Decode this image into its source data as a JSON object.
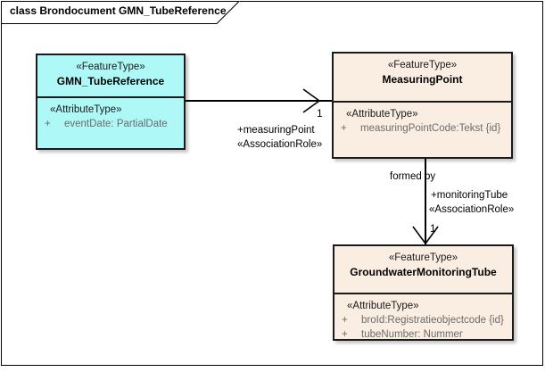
{
  "diagram": {
    "title": "class Brondocument GMN_TubeReference",
    "title_prefix": "class",
    "background_color": "#ffffff",
    "frame_border_color": "#000000"
  },
  "colors": {
    "feature_type_cyan": "#aff8f8",
    "feature_type_peach": "#faeee2",
    "border": "#1a1a1a",
    "attribute_text": "#6b6b6b",
    "label_text": "#000000"
  },
  "classes": [
    {
      "id": "gmn-tube-reference",
      "stereotype": "«FeatureType»",
      "name": "GMN_TubeReference",
      "fill": "#aff8f8",
      "attributes_stereotype": "«AttributeType»",
      "attributes": [
        {
          "visibility": "+",
          "text": "eventDate: PartialDate"
        }
      ]
    },
    {
      "id": "measuring-point",
      "stereotype": "«FeatureType»",
      "name": "MeasuringPoint",
      "fill": "#faeee2",
      "attributes_stereotype": "«AttributeType»",
      "attributes": [
        {
          "visibility": "+",
          "text": "measuringPointCode:Tekst {id}"
        }
      ]
    },
    {
      "id": "groundwater-monitoring-tube",
      "stereotype": "«FeatureType»",
      "name": "GroundwaterMonitoringTube",
      "fill": "#faeee2",
      "attributes_stereotype": "«AttributeType»",
      "attributes": [
        {
          "visibility": "+",
          "text": "broId:Registratieobjectcode {id}"
        },
        {
          "visibility": "+",
          "text": "tubeNumber: Nummer"
        }
      ]
    }
  ],
  "associations": [
    {
      "id": "tube-reference-to-measuring-point",
      "source": "gmn-tube-reference",
      "target": "measuring-point",
      "direction": "horizontal",
      "target_multiplicity": "1",
      "target_role": "+measuringPoint",
      "target_role_stereotype": "«AssociationRole»"
    },
    {
      "id": "measuring-point-to-monitoring-tube",
      "source": "measuring-point",
      "target": "groundwater-monitoring-tube",
      "direction": "vertical",
      "name": "formed by",
      "target_multiplicity": "1",
      "target_role": "+monitoringTube",
      "target_role_stereotype": "«AssociationRole»"
    }
  ]
}
